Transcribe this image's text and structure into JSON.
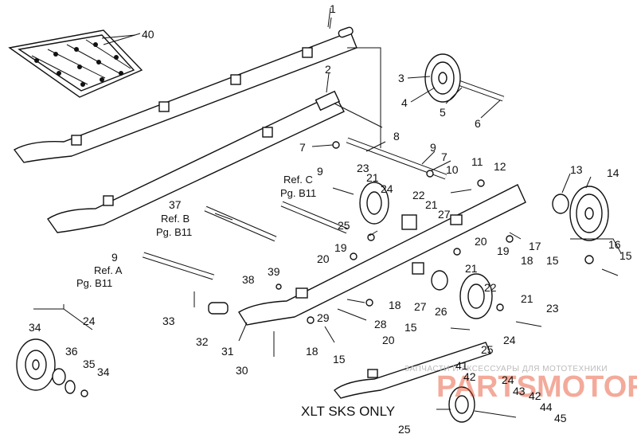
{
  "labels": {
    "n1": "1",
    "n2": "2",
    "n3": "3",
    "n4": "4",
    "n5": "5",
    "n6": "6",
    "n7a": "7",
    "n7b": "7",
    "n8": "8",
    "n9a": "9",
    "n9b": "9",
    "n9c": "9",
    "n10": "10",
    "n11": "11",
    "n12": "12",
    "n13": "13",
    "n14": "14",
    "n15a": "15",
    "n15b": "15",
    "n15c": "15",
    "n15d": "15",
    "n16": "16",
    "n17": "17",
    "n18a": "18",
    "n18b": "18",
    "n18c": "18",
    "n19a": "19",
    "n19b": "19",
    "n20a": "20",
    "n20b": "20",
    "n20c": "20",
    "n21a": "21",
    "n21b": "21",
    "n21c": "21",
    "n21d": "21",
    "n22a": "22",
    "n22b": "22",
    "n23a": "23",
    "n23b": "23",
    "n24a": "24",
    "n24b": "24",
    "n24c": "24",
    "n24d": "24",
    "n25a": "25",
    "n25b": "25",
    "n25c": "25",
    "n26": "26",
    "n27a": "27",
    "n27b": "27",
    "n28": "28",
    "n29": "29",
    "n30": "30",
    "n31": "31",
    "n32": "32",
    "n33": "33",
    "n34a": "34",
    "n34b": "34",
    "n35": "35",
    "n36": "36",
    "n37": "37",
    "n38": "38",
    "n39": "39",
    "n40": "40",
    "n41": "41",
    "n42a": "42",
    "n42b": "42",
    "n43": "43",
    "n44": "44",
    "n45": "45"
  },
  "refs": {
    "refC": "Ref. C",
    "pgB11a": "Pg. B11",
    "refB": "Ref. B",
    "pgB11b": "Pg. B11",
    "refA": "Ref. A",
    "pgB11c": "Pg. B11"
  },
  "footnote": "XLT SKS ONLY",
  "watermark": "ЗАПЧАСТИ И АКСЕССУАРЫ ДЛЯ МОТОТЕХНИКИ",
  "logo": "PARTSMOTOR.RU"
}
